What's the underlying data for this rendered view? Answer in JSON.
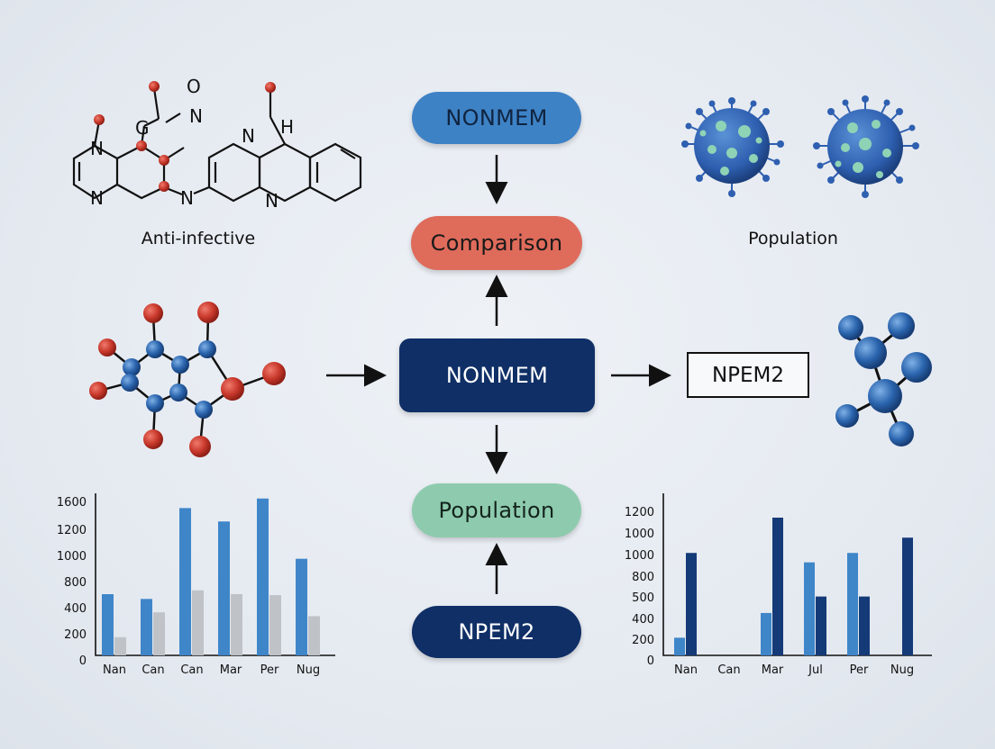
{
  "center": {
    "top_box": {
      "label": "NONMEM",
      "color": "#3e82c6",
      "text_color": "#10243f"
    },
    "comparison_box": {
      "label": "Comparison",
      "color": "#df6b5b",
      "text_color": "#1a1a1a"
    },
    "main_box": {
      "label": "NONMEM",
      "color": "#0f2f66",
      "text_color": "#ffffff"
    },
    "population_box": {
      "label": "Population",
      "color": "#8ecbae",
      "text_color": "#14241d"
    },
    "bottom_box": {
      "label": "NPEM2",
      "color": "#0f2f66",
      "text_color": "#ffffff"
    }
  },
  "right_box": {
    "label": "NPEM2"
  },
  "labels": {
    "anti_infective": "Anti-infective",
    "population": "Population"
  },
  "molecule_text": {
    "o_top": "O",
    "n_oxide": "N",
    "g": "G",
    "n_left": "N",
    "n_left_bottom": "N",
    "n_link": "N",
    "n_amide": "N",
    "h": "H",
    "n_acridine": "N"
  },
  "colors": {
    "atom_red": "#c8382b",
    "atom_blue": "#2a64ad",
    "virus_blue": "#2e5fb0",
    "virus_spot": "#8fd3b6",
    "bar_blue": "#3f86c9",
    "bar_gray": "#bfc3c8",
    "bar_navy": "#143a78"
  },
  "chart_data": [
    {
      "type": "bar",
      "title": "",
      "xlabel": "",
      "ylabel": "",
      "categories": [
        "Nan",
        "Can",
        "Can",
        "Mar",
        "Per",
        "Nug"
      ],
      "y_ticks": [
        "0",
        "200",
        "400",
        "800",
        "1000",
        "1200",
        "1600"
      ],
      "ylim": [
        0,
        1600
      ],
      "series": [
        {
          "values": [
            640,
            590,
            1540,
            1400,
            1640,
            1010
          ]
        },
        {
          "values": [
            190,
            450,
            680,
            640,
            630,
            410
          ]
        }
      ],
      "grid": false
    },
    {
      "type": "bar",
      "title": "",
      "xlabel": "",
      "ylabel": "",
      "categories": [
        "Nan",
        "Can",
        "Mar",
        "Jul",
        "Per",
        "Nug"
      ],
      "y_ticks": [
        "0",
        "200",
        "400",
        "500",
        "800",
        "1000",
        "1000",
        "1200"
      ],
      "ylim": [
        0,
        1300
      ],
      "series": [
        {
          "values": [
            150,
            0,
            360,
            790,
            870,
            0
          ]
        },
        {
          "values": [
            870,
            0,
            1170,
            500,
            500,
            1000
          ]
        }
      ],
      "grid": false
    }
  ]
}
